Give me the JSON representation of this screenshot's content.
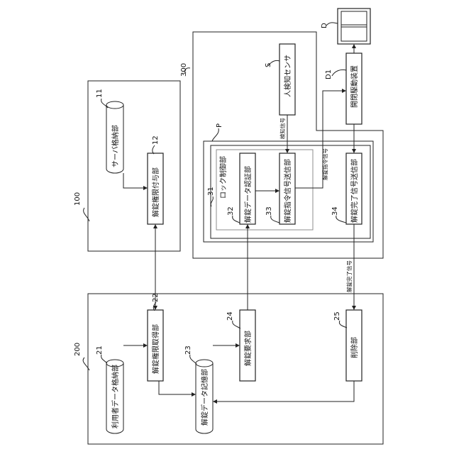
{
  "ref_labels": {
    "r11": "11",
    "r12": "12",
    "r100": "100",
    "r21": "21",
    "r22": "22",
    "r23": "23",
    "r24": "24",
    "r25": "25",
    "r200": "200",
    "r300": "300",
    "rS": "S",
    "rD1": "D1",
    "rD": "D",
    "rP": "P",
    "r31": "31",
    "r32": "32",
    "r33": "33",
    "r34": "34"
  },
  "nodes": {
    "server_storage": "サーバ格納部",
    "unlock_grant": "解錠権限付与部",
    "user_data_storage": "利用者データ格納部",
    "unlock_acquire": "解錠権限取得部",
    "unlock_data_memory": "解錠データ記憶部",
    "unlock_request": "解錠要求部",
    "delete_unit": "削除部",
    "human_sensor": "人検知センサ",
    "door_drive": "開閉駆動装置",
    "lock_control": "ロック制御部",
    "unlock_data_auth": "解錠データ認証部",
    "unlock_cmd_send": "解錠指令信号送信部",
    "unlock_done_send": "解錠完了信号送信部"
  },
  "signals": {
    "detect": "検知信号",
    "unlock_cmd": "解錠指令信号",
    "unlock_done": "解錠完了信号"
  }
}
